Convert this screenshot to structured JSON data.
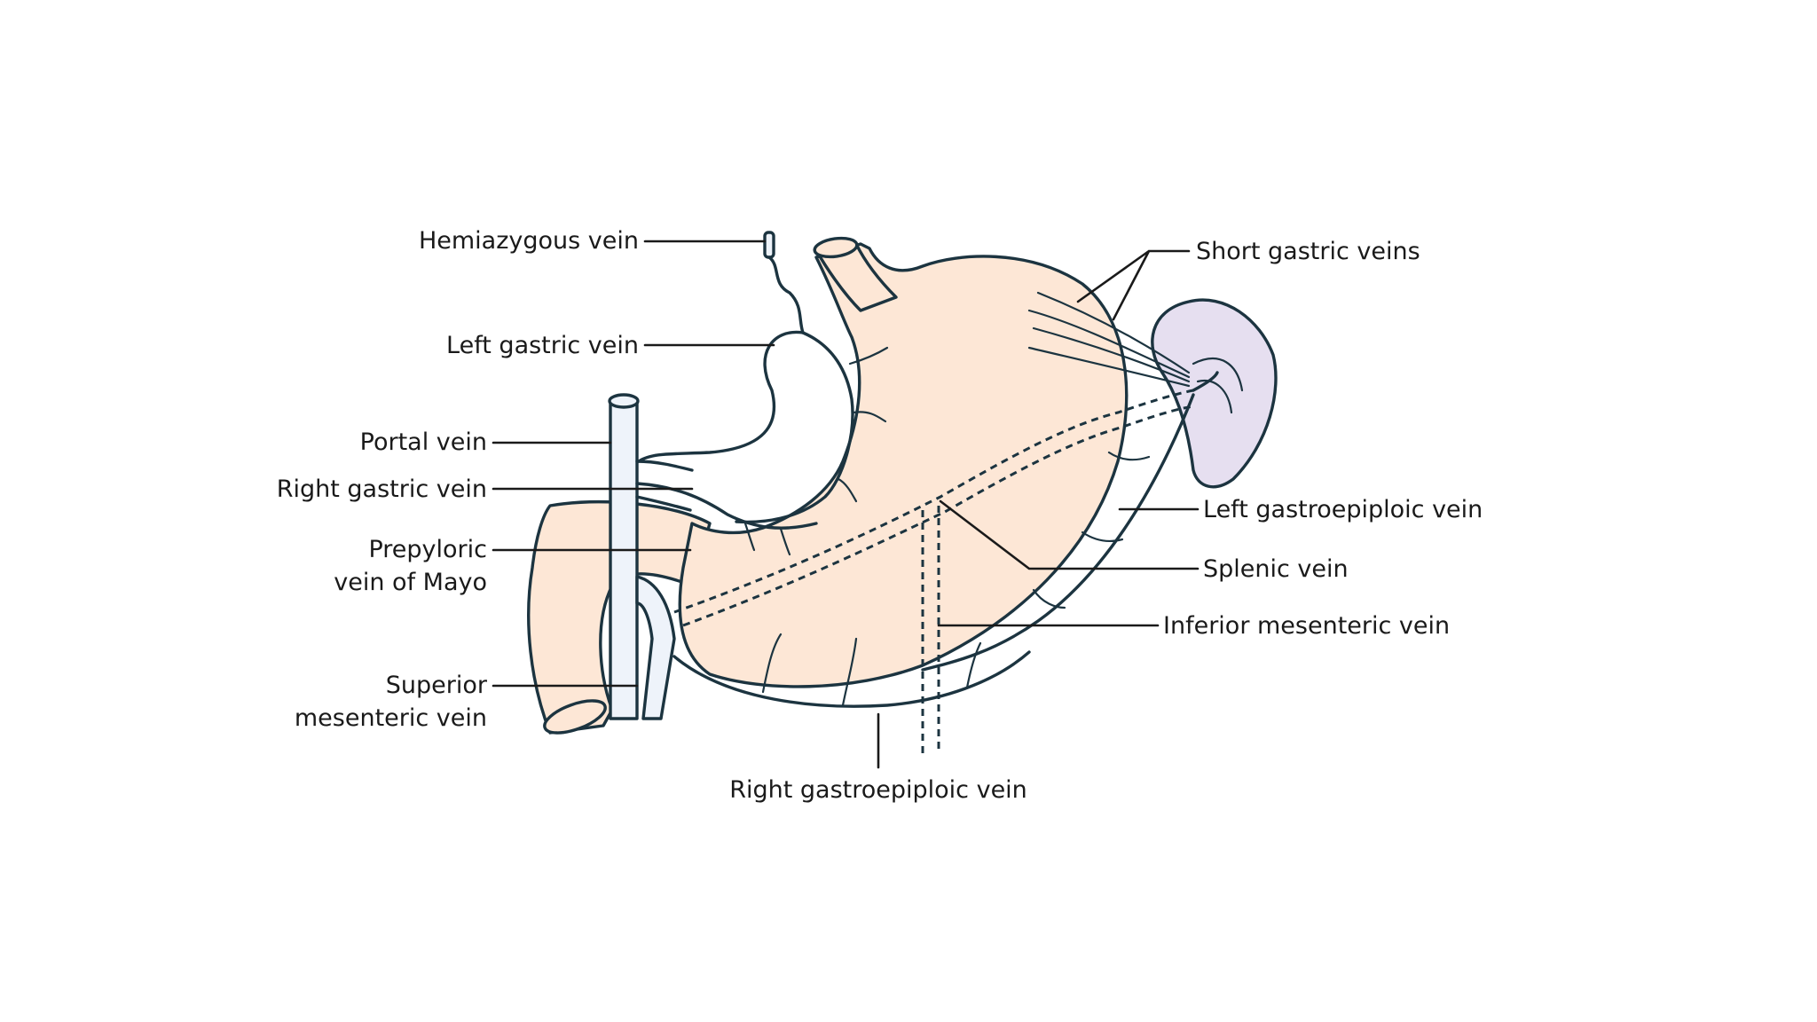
{
  "labels": {
    "hemiazygous": "Hemiazygous vein",
    "left_gastric": "Left gastric vein",
    "portal": "Portal vein",
    "right_gastric": "Right gastric vein",
    "prepyloric_1": "Prepyloric",
    "prepyloric_2": "vein of Mayo",
    "superior_mes_1": "Superior",
    "superior_mes_2": "mesenteric vein",
    "short_gastric": "Short gastric veins",
    "left_gastroepiploic": "Left gastroepiploic vein",
    "splenic": "Splenic vein",
    "inferior_mes": "Inferior mesenteric vein",
    "right_gastroepiploic": "Right gastroepiploic vein"
  },
  "colors": {
    "stomach_fill": "#fde7d6",
    "spleen_fill": "#e6dff0",
    "vein_fill": "#eef3fa",
    "outline": "#1c3440",
    "text": "#1a1a1a"
  }
}
